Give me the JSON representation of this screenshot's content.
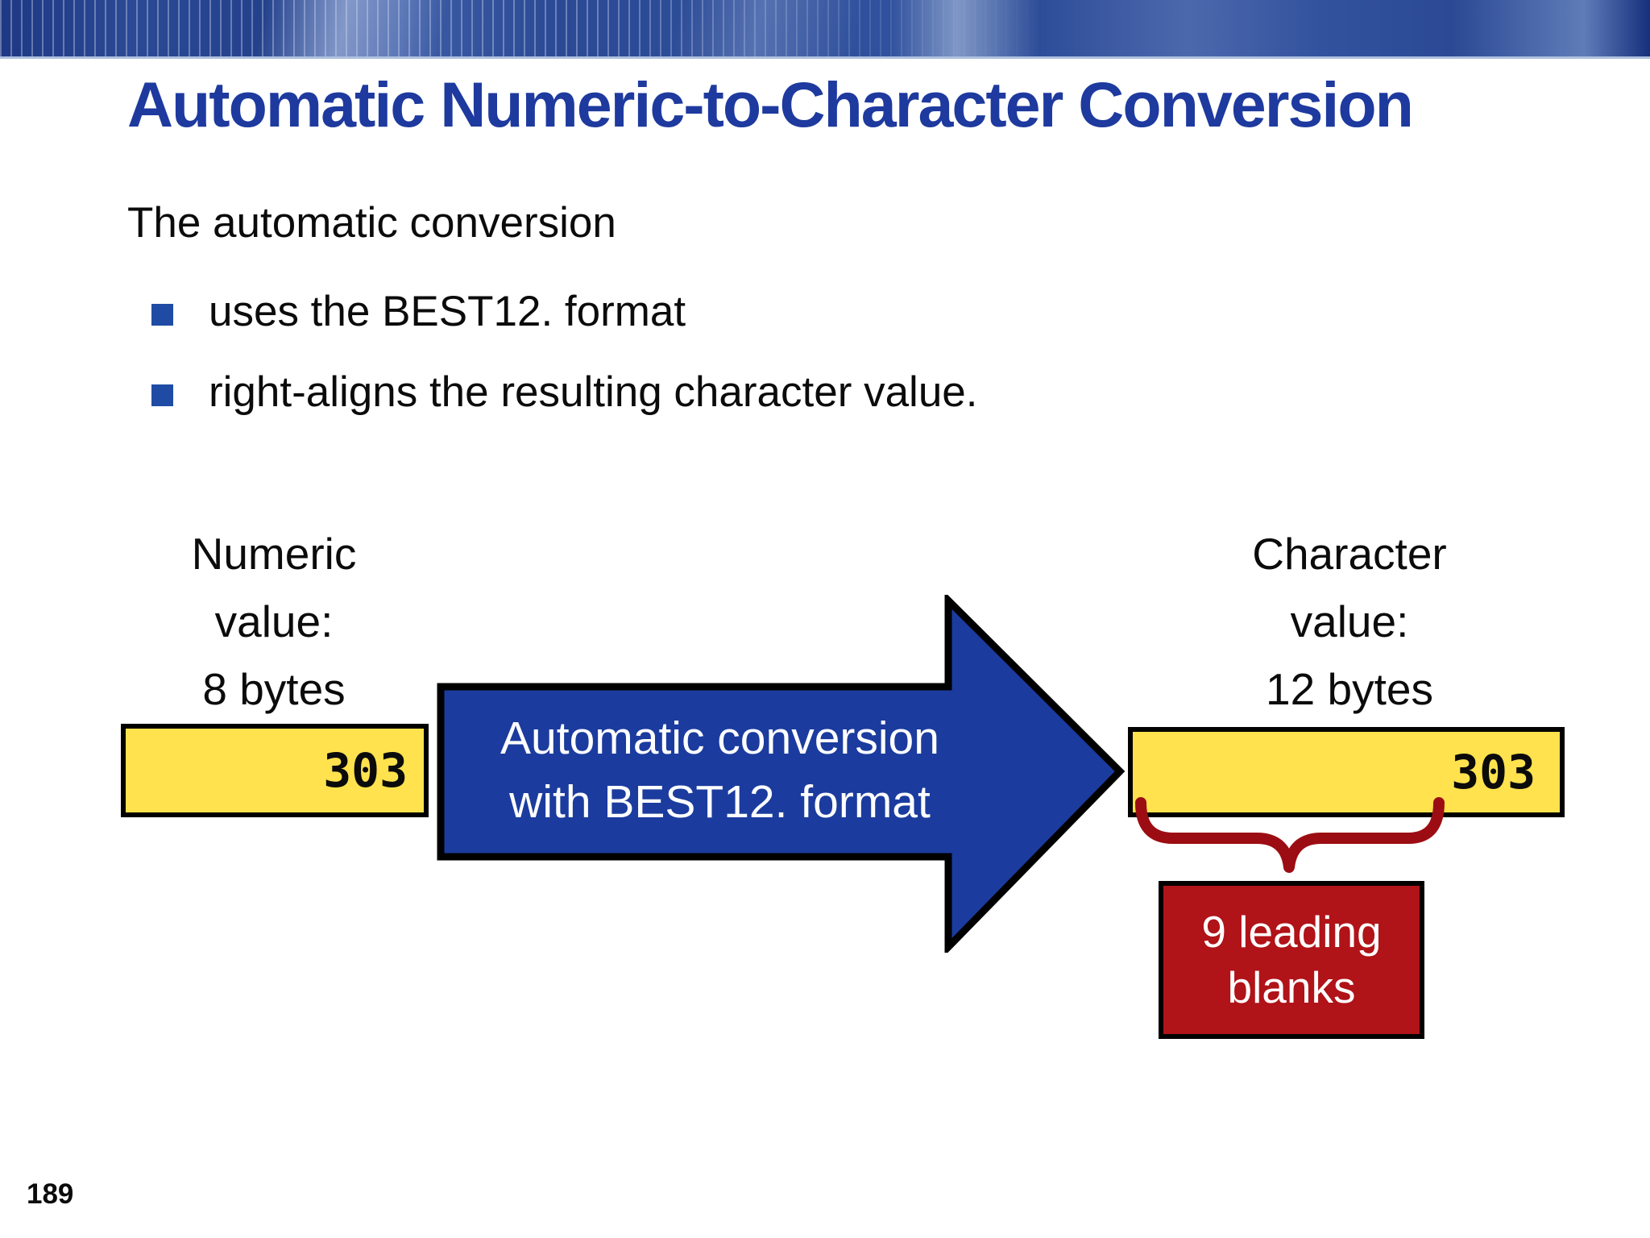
{
  "slide": {
    "title": "Automatic Numeric-to-Character Conversion",
    "intro": "The automatic conversion",
    "bullets": [
      "uses the BEST12. format",
      "right-aligns the resulting character value."
    ],
    "page_number": "189"
  },
  "diagram": {
    "numeric_label": {
      "lines": [
        "Numeric",
        "value:",
        "8 bytes"
      ]
    },
    "character_label": {
      "lines": [
        "Character",
        "value:",
        "12 bytes"
      ]
    },
    "numeric_box": {
      "value": "303"
    },
    "character_box": {
      "value": "303"
    },
    "arrow": {
      "lines": [
        "Automatic conversion",
        "with BEST12. format"
      ]
    },
    "callout": {
      "lines": [
        "9 leading",
        "blanks"
      ]
    },
    "colors": {
      "field_fill": "#FFE24D",
      "arrow_fill": "#1B3C9E",
      "callout_fill": "#B01318",
      "brace": "#9C0D13",
      "title": "#1E3A9F",
      "bullet": "#1F4BA5"
    }
  }
}
